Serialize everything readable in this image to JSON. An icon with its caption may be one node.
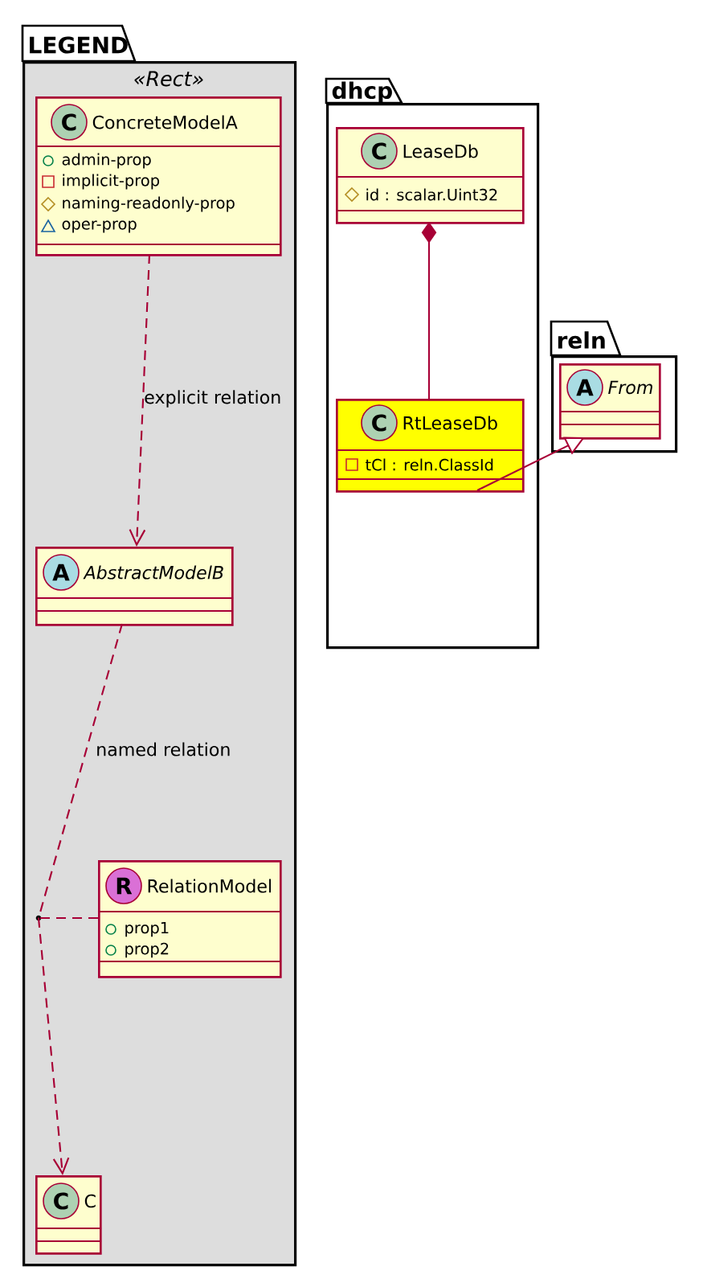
{
  "diagram": {
    "nodes": [
      {
        "text": [
          "LEGEND",
          "«Rect»"
        ]
      },
      {
        "text": [
          "C",
          "ConcreteModelA",
          "admin-prop",
          "implicit-prop",
          "naming-readonly-prop",
          "oper-prop"
        ],
        "in": 0
      },
      {
        "text": [
          "A",
          "AbstractModelB"
        ],
        "in": 0
      },
      {
        "text": [],
        "shape": "circle",
        "in": 0
      },
      {
        "text": [
          "R",
          "RelationModel",
          "prop1",
          "prop2"
        ],
        "in": 0
      },
      {
        "text": [
          "C",
          "C"
        ],
        "in": 0
      },
      {
        "text": [
          "dhcp"
        ]
      },
      {
        "text": [
          "C",
          "LeaseDb",
          "id : scalar.Uint32"
        ],
        "in": 6
      },
      {
        "text": [
          "C",
          "RtLeaseDb",
          "tCl : reln.ClassId"
        ],
        "in": 6
      },
      {
        "text": [
          "reln"
        ]
      },
      {
        "text": [
          "A",
          "From"
        ],
        "in": 9
      }
    ],
    "edges": [
      {
        "from": 1,
        "to": 2,
        "arrow": "to",
        "style": "dashed",
        "label": "explicit relation"
      },
      {
        "from": 2,
        "to": 3,
        "arrow": "none",
        "style": "dashed",
        "label": "named relation"
      },
      {
        "from": 3,
        "to": 5,
        "arrow": "to",
        "style": "dashed"
      },
      {
        "from": 4,
        "to": 3,
        "arrow": "none",
        "style": "dashed"
      },
      {
        "from": 7,
        "to": 8,
        "arrow": "other"
      },
      {
        "from": 8,
        "to": 10,
        "arrow": "to"
      }
    ]
  }
}
